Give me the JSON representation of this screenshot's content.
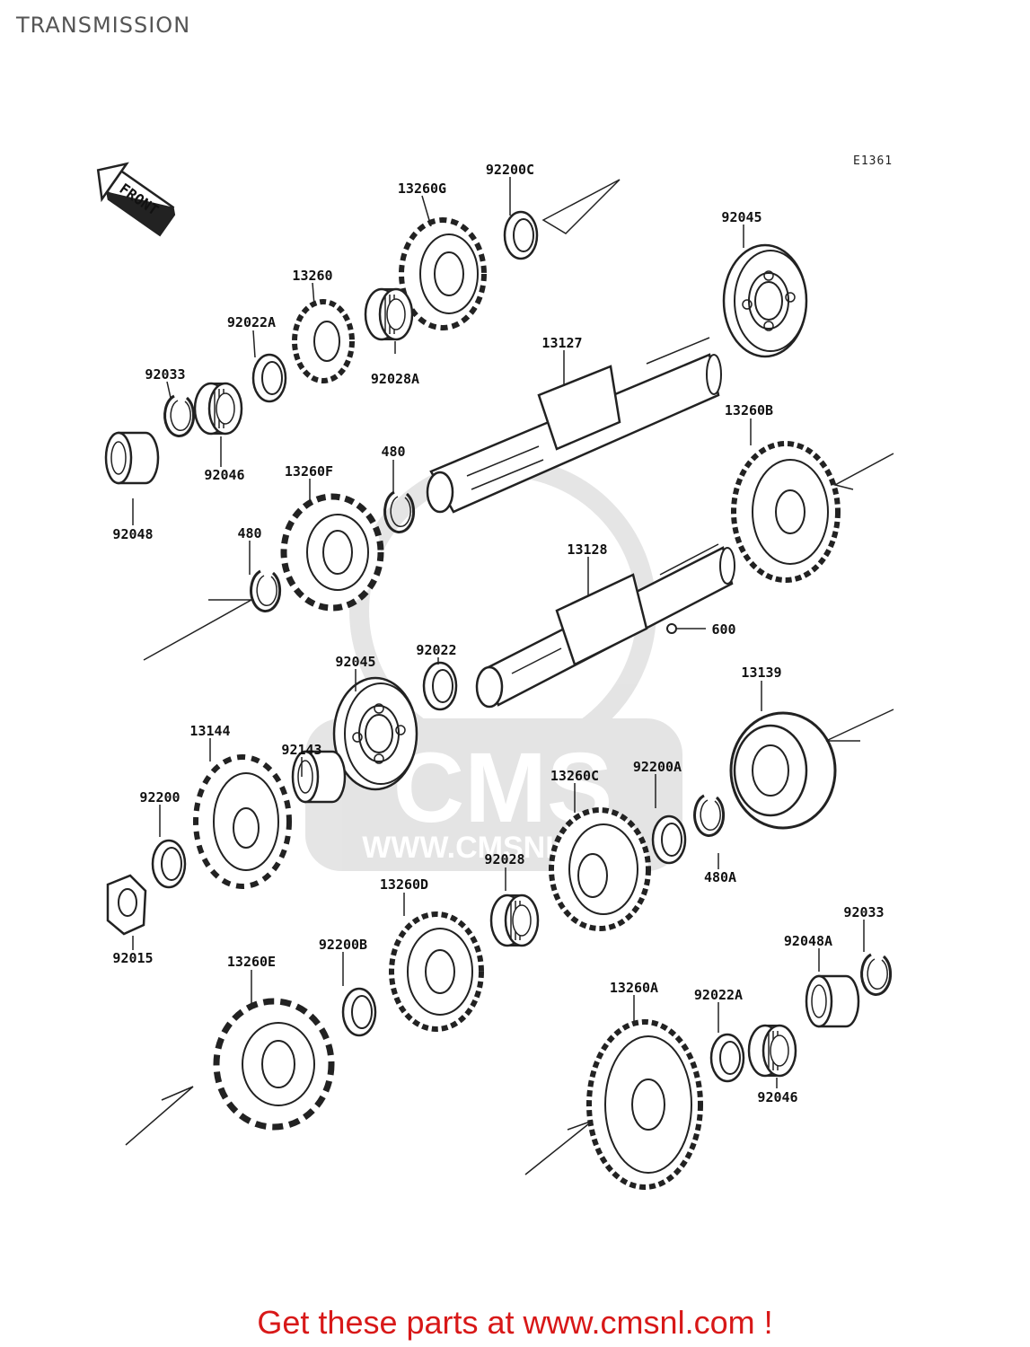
{
  "title": "TRANSMISSION",
  "ref_code": "E1361",
  "front_label": "FRONT",
  "watermark": {
    "brand": "CMS",
    "url": "WWW.CMSNL.COM"
  },
  "footer": "Get these parts at www.cmsnl.com !",
  "parts": [
    {
      "id": "92200C"
    },
    {
      "id": "13260G"
    },
    {
      "id": "92045"
    },
    {
      "id": "13260"
    },
    {
      "id": "92022A"
    },
    {
      "id": "92028A"
    },
    {
      "id": "13127"
    },
    {
      "id": "92033"
    },
    {
      "id": "92046"
    },
    {
      "id": "92048"
    },
    {
      "id": "13260F"
    },
    {
      "id": "480"
    },
    {
      "id": "13260B"
    },
    {
      "id": "480"
    },
    {
      "id": "13128"
    },
    {
      "id": "600"
    },
    {
      "id": "92045"
    },
    {
      "id": "92022"
    },
    {
      "id": "13139"
    },
    {
      "id": "13144"
    },
    {
      "id": "92143"
    },
    {
      "id": "92200"
    },
    {
      "id": "13260C"
    },
    {
      "id": "92200A"
    },
    {
      "id": "480A"
    },
    {
      "id": "92028"
    },
    {
      "id": "13260D"
    },
    {
      "id": "92015"
    },
    {
      "id": "13260E"
    },
    {
      "id": "92200B"
    },
    {
      "id": "92033"
    },
    {
      "id": "92048A"
    },
    {
      "id": "13260A"
    },
    {
      "id": "92022A"
    },
    {
      "id": "92046"
    }
  ]
}
